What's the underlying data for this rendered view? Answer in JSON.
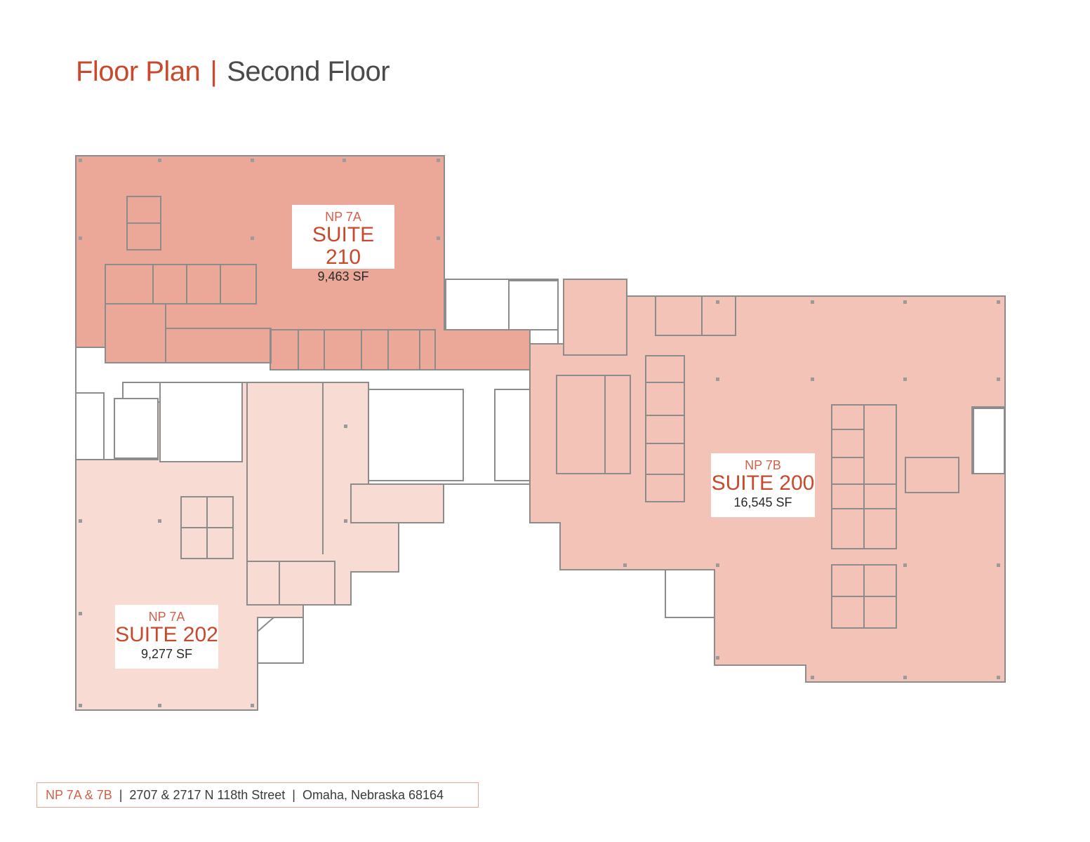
{
  "header": {
    "title_primary": "Floor Plan",
    "separator": "|",
    "title_secondary": "Second Floor"
  },
  "suites": [
    {
      "building": "NP 7A",
      "name": "SUITE 210",
      "area": "9,463 SF"
    },
    {
      "building": "NP 7B",
      "name": "SUITE 200",
      "area": "16,545 SF"
    },
    {
      "building": "NP 7A",
      "name": "SUITE 202",
      "area": "9,277 SF"
    }
  ],
  "footer": {
    "project": "NP 7A & 7B",
    "separator": "|",
    "address": "2707 & 2717 N 118th Street",
    "city": "Omaha, Nebraska 68164"
  },
  "colors": {
    "accent": "#c8492c",
    "suite_210_fill": "#eba797",
    "suite_200_fill": "#f3c3b7",
    "suite_202_fill": "#f8dcd4",
    "wall": "#8c8c8c"
  }
}
